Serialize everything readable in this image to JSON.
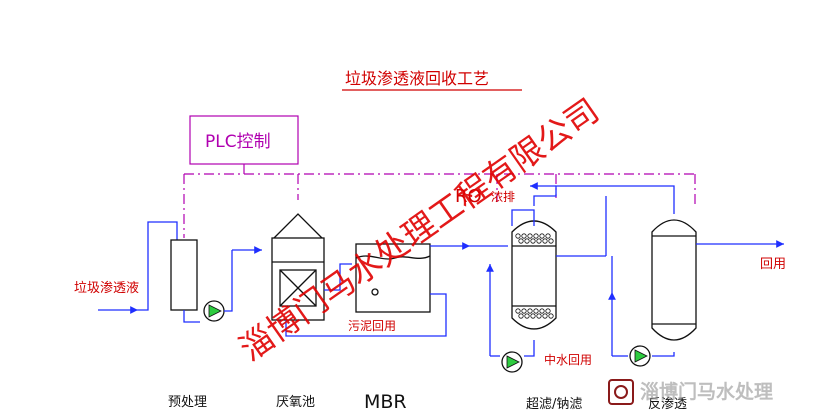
{
  "title": "垃圾渗透液回收工艺",
  "plc_label": "PLC控制",
  "ro_label": "RO",
  "concentrate_label": "浓排",
  "input_label": "垃圾渗透液",
  "sludge_label": "污泥回用",
  "middle_water_label": "中水回用",
  "reuse_label": "回用",
  "stages": {
    "pretreatment": "预处理",
    "anaerobic": "厌氧池",
    "mbr": "MBR",
    "filtration": "超滤/钠滤",
    "ro": "反渗透"
  },
  "watermark": "淄博门马水处理工程有限公司",
  "logo_text": "淄博门马水处理",
  "colors": {
    "pipe": "#1f2fff",
    "equipment": "#111111",
    "control": "#b000b0",
    "label_red": "#d00000",
    "watermark": "#e00000"
  }
}
